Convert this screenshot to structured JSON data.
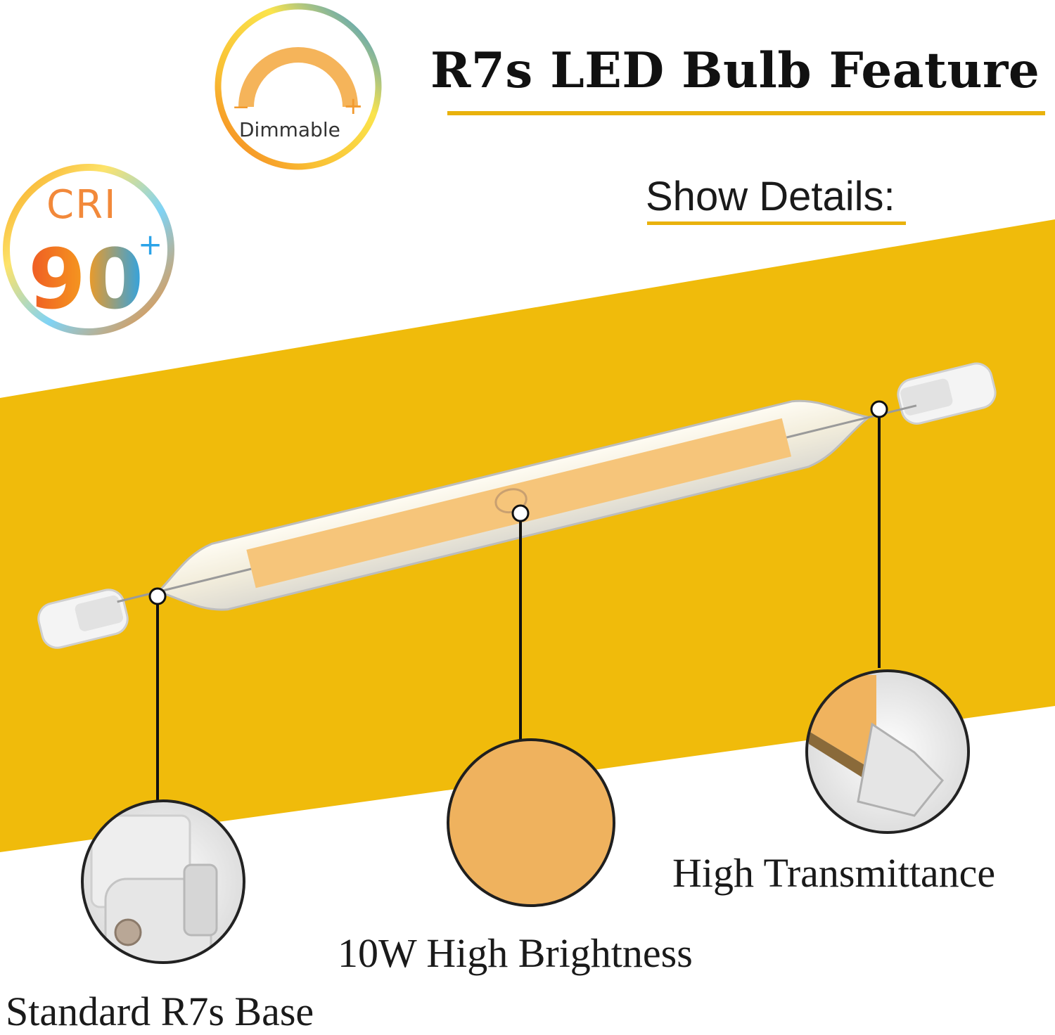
{
  "title": "R7s LED Bulb Feature",
  "subtitle": "Show Details:",
  "badges": {
    "dimmable": {
      "label": "Dimmable",
      "minus": "−",
      "plus": "+"
    },
    "cri": {
      "top": "CRI",
      "value": "90",
      "plus": "+"
    }
  },
  "callouts": {
    "base": "Standard R7s Base",
    "brightness": "10W High Brightness",
    "transmittance": "High Transmittance"
  },
  "colors": {
    "band": "#f0bb0b",
    "accent_line": "#e9b20d",
    "led_strip": "#f6c57a",
    "led_dot": "#f0b25c",
    "text": "#111111"
  }
}
